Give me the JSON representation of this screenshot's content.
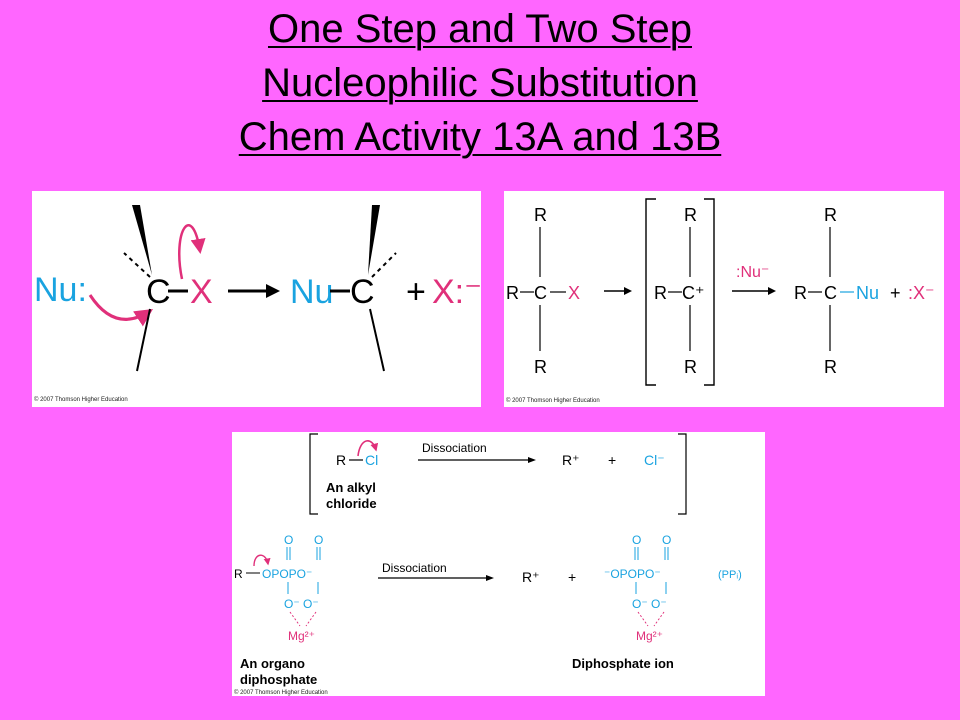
{
  "title": {
    "line1": "One Step and Two Step",
    "line2": "Nucleophilic Substitution",
    "line3": "Chem Activity 13A and 13B"
  },
  "credit": "© 2007 Thomson Higher Education",
  "colors": {
    "background": "#FF66FF",
    "nucleophile": "#1AA3E0",
    "leaving_group": "#E0307A"
  },
  "one_step": {
    "nu": "Nu:",
    "c": "C",
    "bond": "—",
    "x": "X",
    "arrow": "⟶",
    "nu_product": "Nu",
    "plus": "+",
    "x_ion": "X:⁻"
  },
  "two_step": {
    "r": "R",
    "c": "C",
    "x": "X",
    "c_plus": "C⁺",
    "nu_minus": ":Nu⁻",
    "nu": "Nu",
    "plus": "+",
    "x_ion": ":X⁻"
  },
  "dissociation": {
    "r": "R",
    "cl": "Cl",
    "label": "Dissociation",
    "r_plus": "R⁺",
    "plus": "+",
    "cl_minus": "Cl⁻",
    "alkyl_label_1": "An alkyl",
    "alkyl_label_2": "chloride",
    "o": "O",
    "opopo": "OPOPO⁻",
    "minus_opopo": "⁻OPOPO⁻",
    "o_o": "O⁻ O⁻",
    "mg": "Mg²⁺",
    "ppi": "(PPᵢ)",
    "organo_label_1": "An organo",
    "organo_label_2": "diphosphate",
    "diphosphate_label": "Diphosphate ion"
  }
}
